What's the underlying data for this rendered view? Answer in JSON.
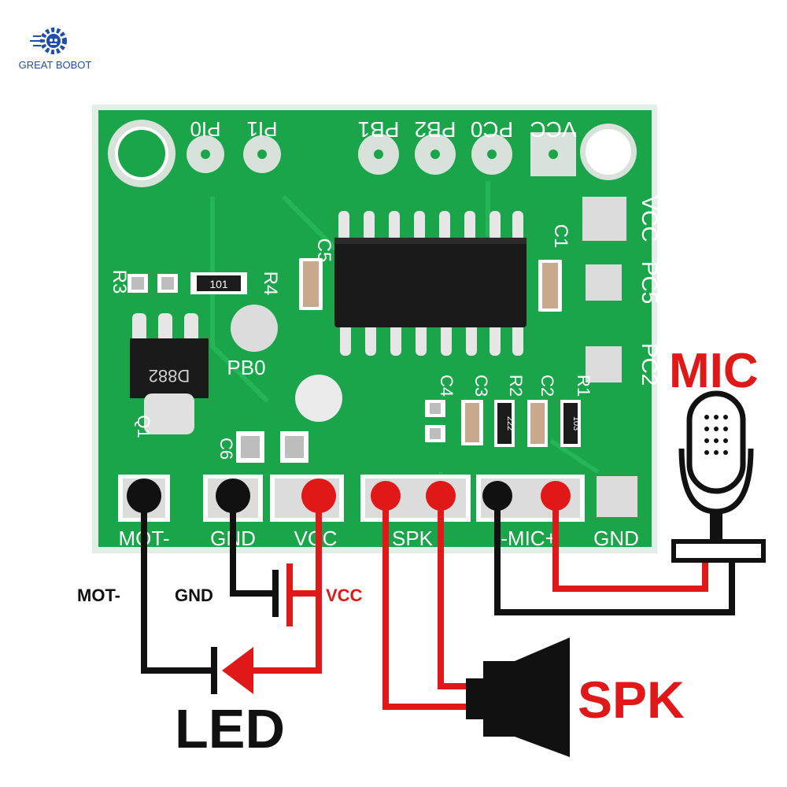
{
  "brand": {
    "name": "GREAT BOBOT",
    "logo_icon": "gear-robot-icon",
    "color": "#1f4fa8"
  },
  "board": {
    "top_pins": [
      "PI0",
      "PI1",
      "PB1",
      "PB2",
      "PC0",
      "VCC"
    ],
    "right_pads": [
      "VCC",
      "PC5",
      "PC2"
    ],
    "bottom_pads": [
      "MOT-",
      "GND",
      "VCC",
      "SPK",
      "-MIC+",
      "GND"
    ],
    "test_point": "PB0",
    "transistor": {
      "ref": "Q1",
      "marking": "D882"
    },
    "resistor_marking": "101",
    "small_markings": [
      "222",
      "103"
    ],
    "components": [
      "R3",
      "R4",
      "C5",
      "C1",
      "C4",
      "C3",
      "R2",
      "C2",
      "R1",
      "C6"
    ],
    "colors": {
      "pcb": "#1aa54a",
      "pcb_border": "#e3eee6",
      "silk": "#ffffff",
      "pad": "#dcdcdc",
      "chip": "#1a1a1a"
    }
  },
  "labels": {
    "mot": "MOT-",
    "gnd": "GND",
    "vcc": "VCC",
    "led": "LED",
    "mic": "MIC",
    "spk": "SPK"
  },
  "icons": {
    "microphone": "microphone-icon",
    "speaker": "speaker-icon",
    "led": "led-diode-icon",
    "capacitor": "capacitor-symbol"
  },
  "wire_colors": {
    "negative": "#111111",
    "positive": "#e01818"
  }
}
